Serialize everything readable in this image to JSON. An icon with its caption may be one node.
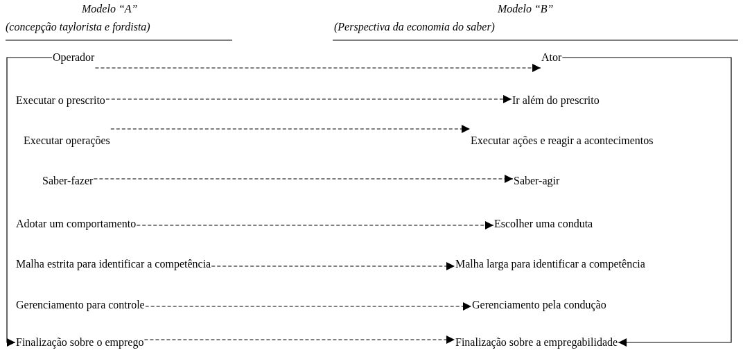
{
  "diagram": {
    "nodes": [
      {
        "text": [
          "Operador"
        ]
      },
      {
        "text": [
          "Executar o prescrito"
        ]
      },
      {
        "text": [
          "Executar operações"
        ]
      },
      {
        "text": [
          "Saber-fazer"
        ]
      },
      {
        "text": [
          "Adotar um comportamento"
        ]
      },
      {
        "text": [
          "Malha estrita para identificar  a competência"
        ]
      },
      {
        "text": [
          "Gerenciamento para controle"
        ]
      },
      {
        "text": [
          "Finalização sobre o emprego"
        ]
      },
      {
        "text": [
          "Ator"
        ]
      },
      {
        "text": [
          "Ir além do prescrito"
        ]
      },
      {
        "text": [
          "Executar ações e reagir a acontecimentos"
        ]
      },
      {
        "text": [
          "Saber-agir"
        ]
      },
      {
        "text": [
          "Escolher uma conduta"
        ]
      },
      {
        "text": [
          "Malha larga para identificar a competência"
        ]
      },
      {
        "text": [
          "Gerenciamento pela condução"
        ]
      },
      {
        "text": [
          "Finalização sobre a empregabilidade"
        ]
      }
    ],
    "edges": [
      {
        "from": 0,
        "to": 8,
        "arrow": "to",
        "style": "dashed"
      },
      {
        "from": 1,
        "to": 9,
        "arrow": "to",
        "style": "dashed"
      },
      {
        "from": 2,
        "to": 10,
        "arrow": "to",
        "style": "dashed"
      },
      {
        "from": 3,
        "to": 11,
        "arrow": "to",
        "style": "dashed"
      },
      {
        "from": 4,
        "to": 12,
        "arrow": "to",
        "style": "dashed"
      },
      {
        "from": 5,
        "to": 13,
        "arrow": "to",
        "style": "dashed"
      },
      {
        "from": 6,
        "to": 14,
        "arrow": "to",
        "style": "dashed"
      },
      {
        "from": 7,
        "to": 15,
        "arrow": "to",
        "style": "dashed"
      },
      {
        "from": 0,
        "to": 7,
        "arrow": "to"
      },
      {
        "from": 8,
        "to": 15,
        "arrow": "to"
      }
    ],
    "labels": [
      "Modelo “A”",
      "(concepção taylorista e fordista)",
      "Modelo “B”",
      "(Perspectiva da economia do saber)"
    ]
  }
}
